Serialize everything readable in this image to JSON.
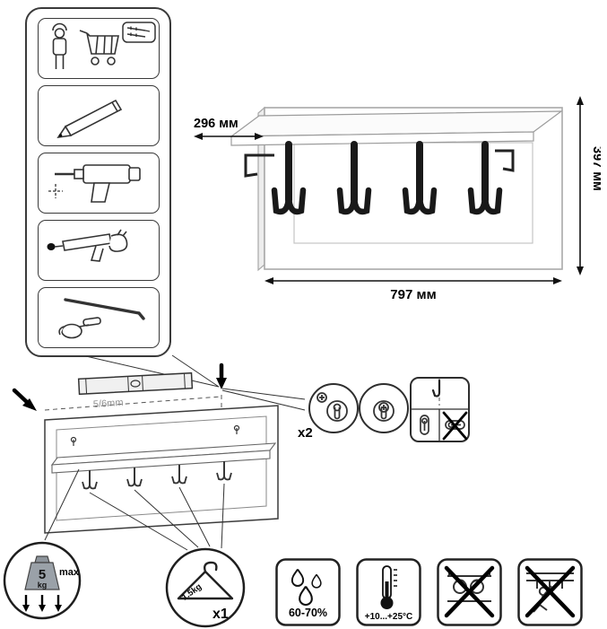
{
  "product": {
    "depth_label": "296 мм",
    "height_label": "397 мм",
    "width_label": "797 мм"
  },
  "installation": {
    "drill_note": "5/6mm",
    "fastener_qty": "x2"
  },
  "load": {
    "max_weight_value": "5",
    "max_weight_unit": "kg",
    "max_word": "max",
    "per_hook_weight": "1.5kg",
    "per_hook_qty": "x1"
  },
  "environment": {
    "humidity": "60-70%",
    "temperature": "+10...+25°C"
  }
}
